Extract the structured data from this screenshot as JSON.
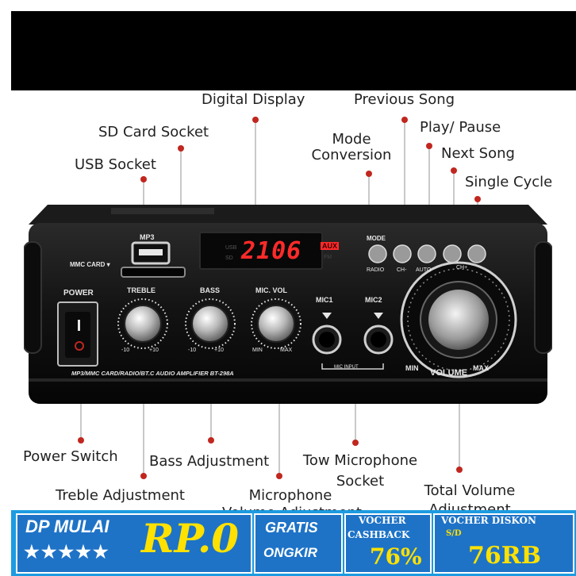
{
  "labels": {
    "digital_display": "Digital Display",
    "previous_song": "Previous Song",
    "sd_card_socket": "SD Card Socket",
    "play_pause": "Play/ Pause",
    "mode_conversion_1": "Mode",
    "mode_conversion_2": "Conversion",
    "next_song": "Next Song",
    "usb_socket": "USB Socket",
    "single_cycle": "Single Cycle",
    "power_switch": "Power Switch",
    "bass_adjustment": "Bass Adjustment",
    "tow_microphone_1": "Tow Microphone",
    "tow_microphone_2": "Socket",
    "treble_adjustment": "Treble Adjustment",
    "microphone_1": "Microphone",
    "microphone_2": "Volume Adjustment",
    "total_volume_1": "Total Volume",
    "total_volume_2": "Adjustment"
  },
  "panel": {
    "mp3": "MP3",
    "mmc_card": "MMC CARD ▾",
    "power": "POWER",
    "treble": "TREBLE",
    "bass": "BASS",
    "mic_vol": "MIC. VOL",
    "mic1": "MIC1",
    "mic2": "MIC2",
    "mic_input": "MIC INPUT",
    "mode": "MODE",
    "radio": "RADIO",
    "ch_minus": "CH-",
    "auto": "AUTO",
    "ch_plus": "CH+",
    "volume": "VOLUME",
    "min": "MIN",
    "max": "MAX",
    "minus10": "-10",
    "plus10": "+10",
    "display_digits": "2106",
    "display_usb": "USB",
    "display_sd": "SD",
    "display_aux": "AUX",
    "display_fm": "FM",
    "model_text": "MP3/MMC CARD/RADIO/BT.C AUDIO AMPLIFIER BT-298A"
  },
  "footer": {
    "dp_mulai": "DP MULAI",
    "stars": "★★★★★",
    "rp": "RP.0",
    "gratis": "GRATIS",
    "ongkir": "ONGKIR",
    "vocher_cashback_1": "VOCHER",
    "vocher_cashback_2": "CASHBACK",
    "cashback_value": "76%",
    "vocher_diskon": "VOCHER DISKON",
    "sd": "S/D",
    "diskon_value": "76RB"
  },
  "colors": {
    "leader_dot": "#c0271f",
    "footer_bg": "#1d9be0",
    "footer_box": "#1e73c7",
    "footer_yellow": "#ffe100",
    "display_red": "#ff2a2a"
  }
}
